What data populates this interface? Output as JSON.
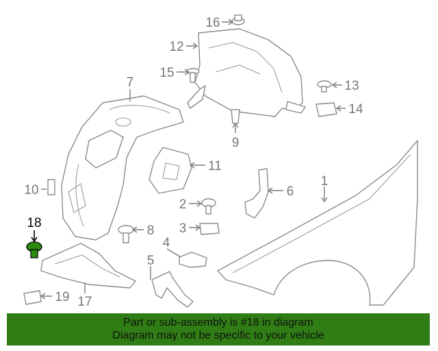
{
  "diagram": {
    "callouts": [
      {
        "id": "1",
        "label": "1"
      },
      {
        "id": "2",
        "label": "2"
      },
      {
        "id": "3",
        "label": "3"
      },
      {
        "id": "4",
        "label": "4"
      },
      {
        "id": "5",
        "label": "5"
      },
      {
        "id": "6",
        "label": "6"
      },
      {
        "id": "7",
        "label": "7"
      },
      {
        "id": "8",
        "label": "8"
      },
      {
        "id": "9",
        "label": "9"
      },
      {
        "id": "10",
        "label": "10"
      },
      {
        "id": "11",
        "label": "11"
      },
      {
        "id": "12",
        "label": "12"
      },
      {
        "id": "13",
        "label": "13"
      },
      {
        "id": "14",
        "label": "14"
      },
      {
        "id": "15",
        "label": "15"
      },
      {
        "id": "16",
        "label": "16"
      },
      {
        "id": "17",
        "label": "17"
      },
      {
        "id": "18",
        "label": "18"
      },
      {
        "id": "19",
        "label": "19"
      }
    ],
    "highlighted_part": "18",
    "highlight_color": "#2e8b12",
    "line_color": "#8a8a8a"
  },
  "banner": {
    "line1": "Part or sub-assembly is #18 in diagram",
    "line2": "Diagram may not be specific to your vehicle",
    "background": "#2f7d14"
  }
}
